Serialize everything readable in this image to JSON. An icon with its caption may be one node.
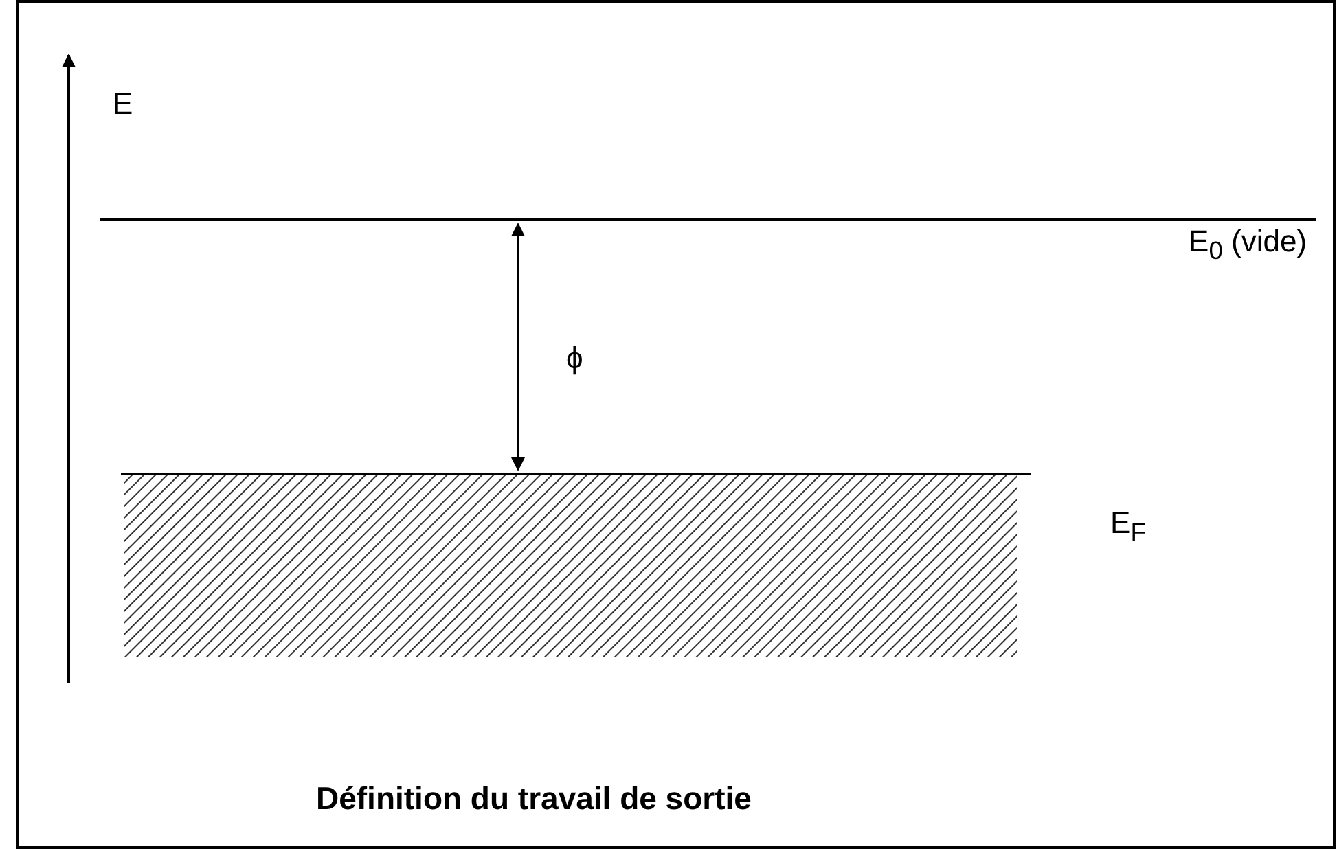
{
  "diagram": {
    "caption": "Définition du travail de sortie",
    "nodes": [
      {
        "text": [],
        "shape": "box"
      }
    ],
    "labels": [
      "E",
      "E$_{0}$ (vide)",
      "ϕ",
      "E$_{F}$"
    ]
  }
}
